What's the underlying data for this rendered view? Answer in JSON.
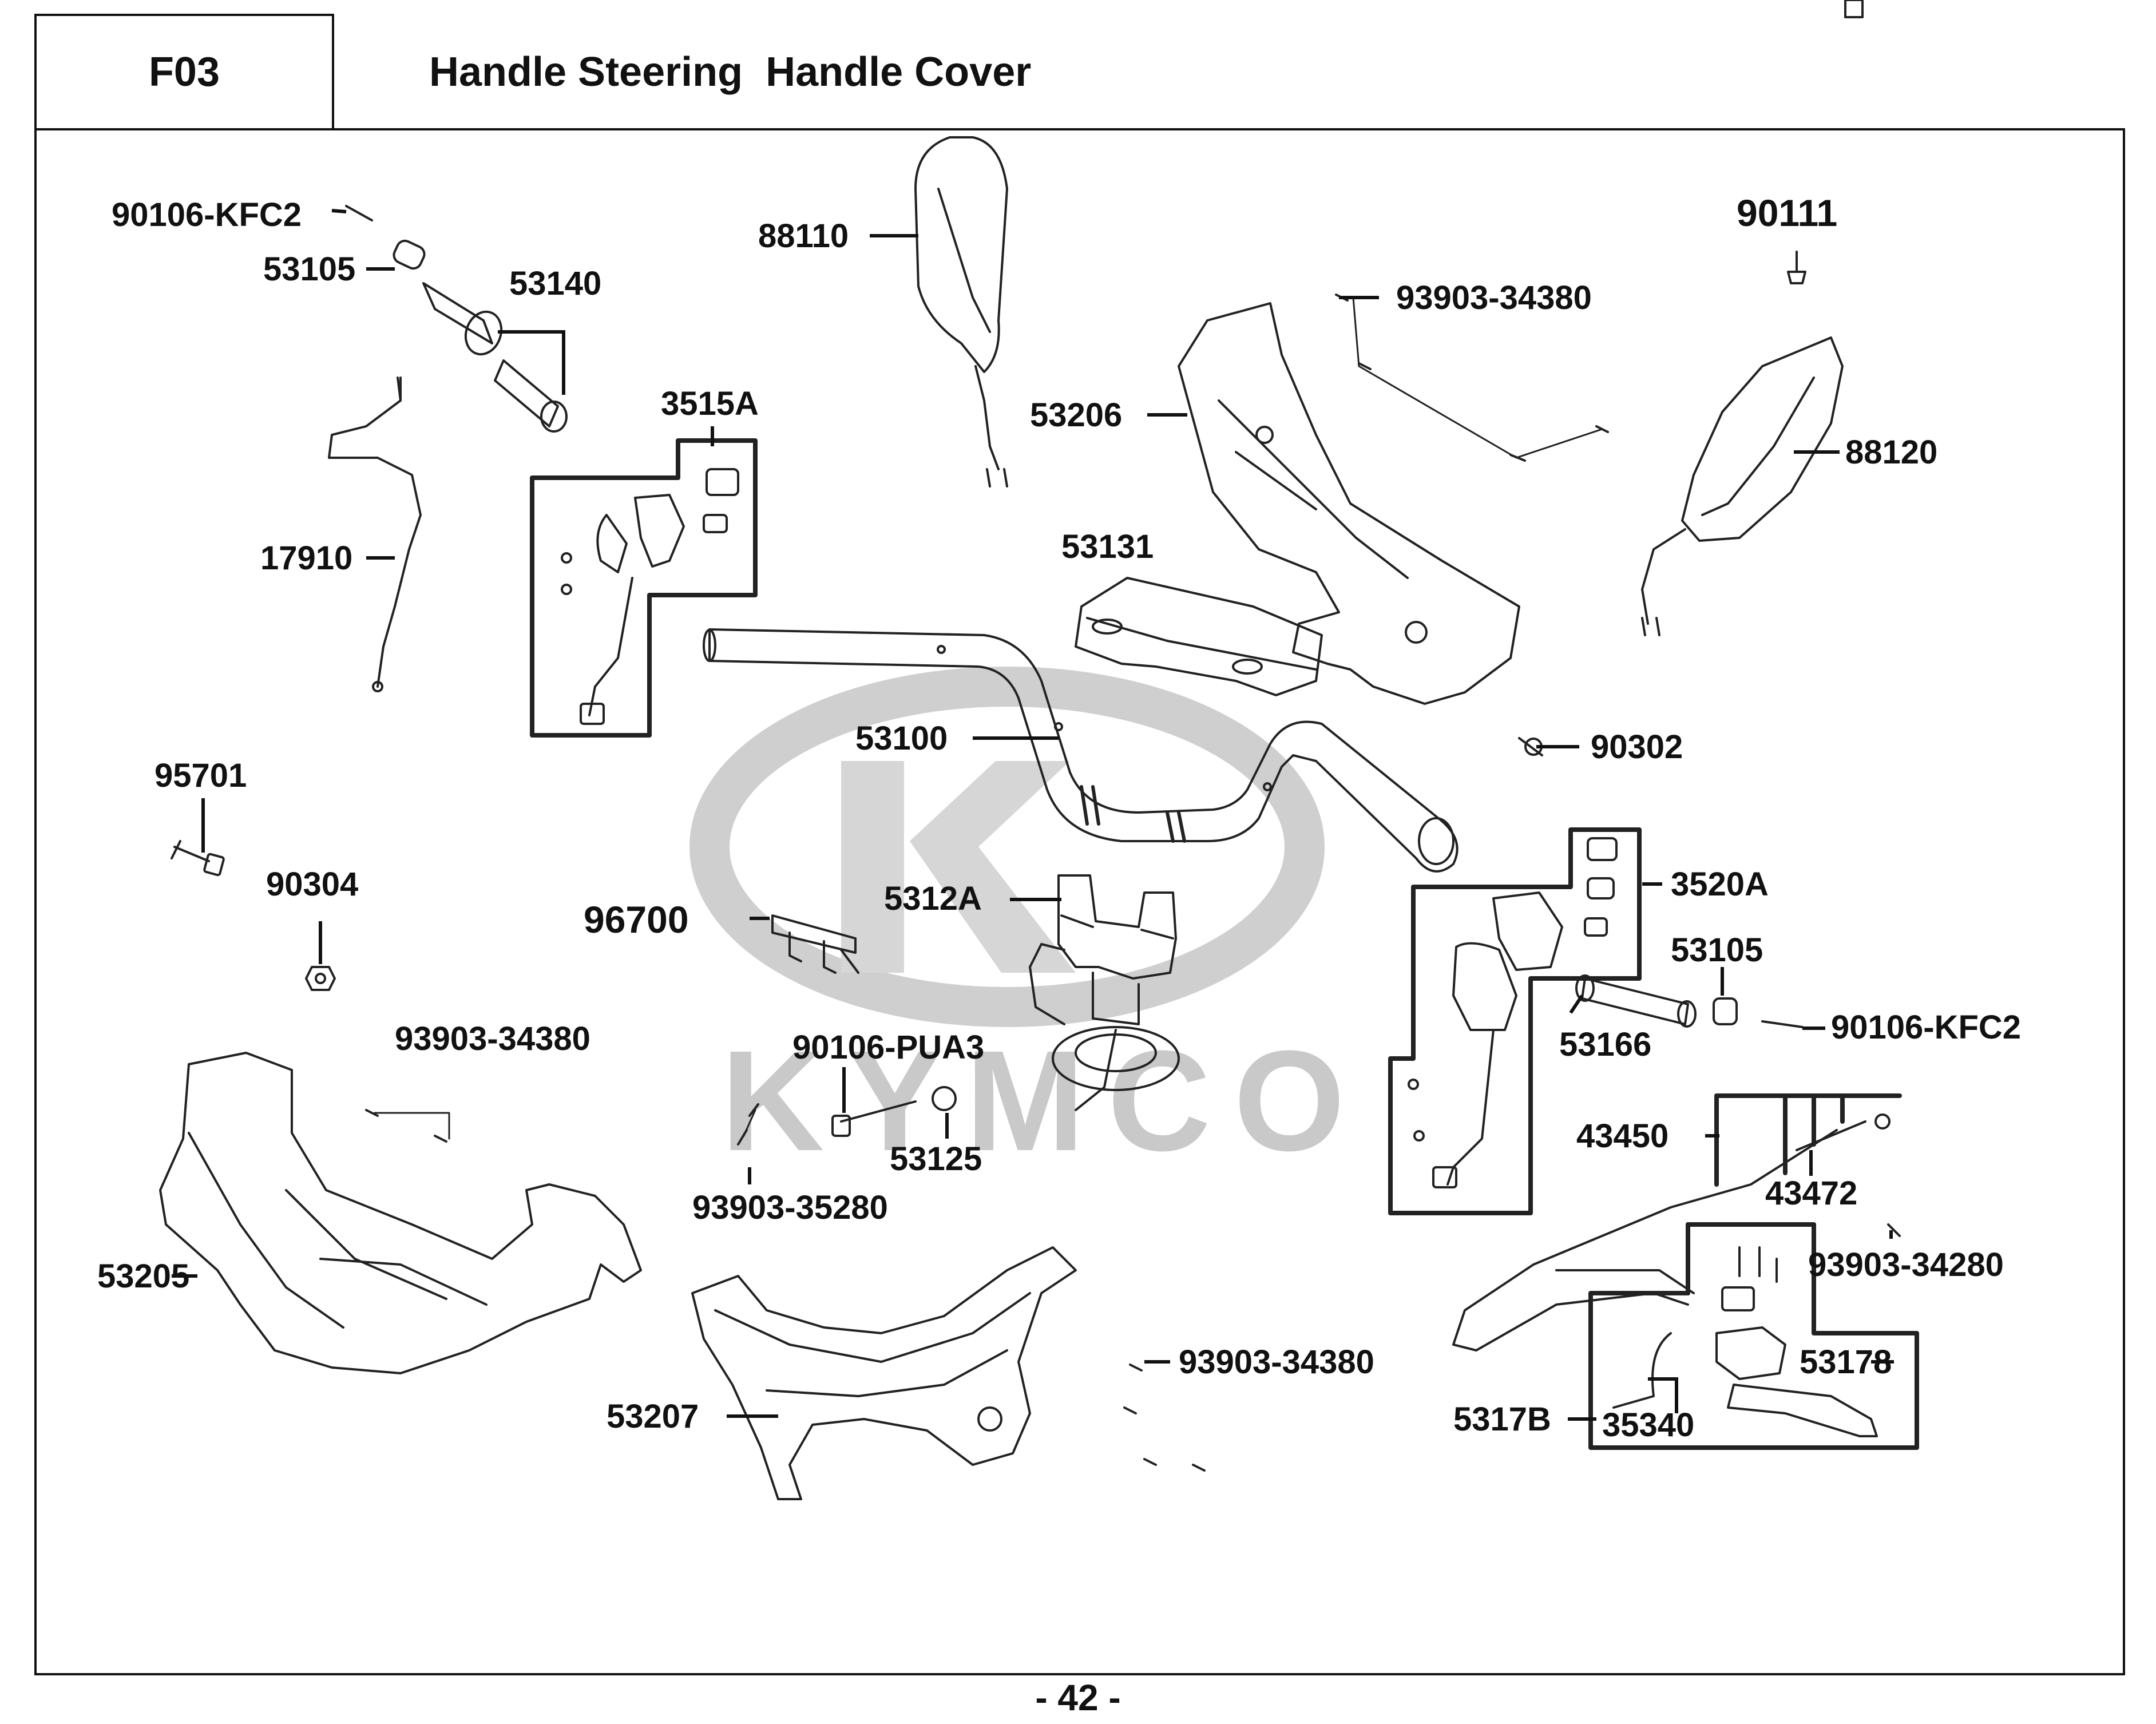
{
  "header": {
    "code": "F03",
    "title": "Handle Steering  Handle Cover"
  },
  "watermark": {
    "brand": "KYMCO",
    "brand_logo_text": "KYMCO"
  },
  "page_number": "- 42 -",
  "parts": {
    "p90106_kfc2_top": "90106-KFC2",
    "p53105_top": "53105",
    "p53140": "53140",
    "p17910": "17910",
    "p3515a": "3515A",
    "p88110": "88110",
    "p53206": "53206",
    "p93903_34380_top": "93903-34380",
    "p90111": "90111",
    "p88120": "88120",
    "p53131": "53131",
    "p53100": "53100",
    "p90302": "90302",
    "p95701": "95701",
    "p90304": "90304",
    "p96700": "96700",
    "p5312a": "5312A",
    "p3520a": "3520A",
    "p53105_right": "53105",
    "p53166": "53166",
    "p90106_kfc2_right": "90106-KFC2",
    "p93903_34380_left": "93903-34380",
    "p90106_pua3": "90106-PUA3",
    "p53125": "53125",
    "p93903_35280": "93903-35280",
    "p43450": "43450",
    "p43472": "43472",
    "p93903_34280": "93903-34280",
    "p53205": "53205",
    "p53207": "53207",
    "p93903_34380_bottom": "93903-34380",
    "p53178": "53178",
    "p5317b": "5317B",
    "p35340": "35340"
  }
}
